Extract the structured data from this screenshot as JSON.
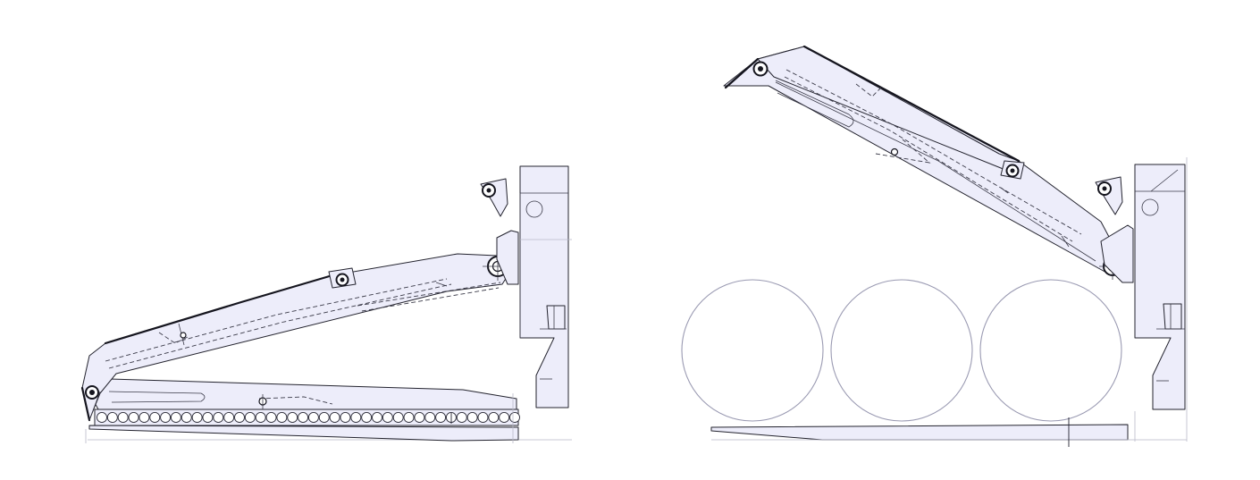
{
  "figure": {
    "views": [
      {
        "id": "closed",
        "bale_count": 0,
        "roller_count": 40
      },
      {
        "id": "open",
        "bale_count": 3,
        "roller_count": 0
      }
    ],
    "colors": {
      "part_fill": "#ededfa",
      "outline": "#23232e",
      "bale_outline": "#9a9ab2",
      "guide_line": "#b9b9c8"
    },
    "labels": []
  }
}
